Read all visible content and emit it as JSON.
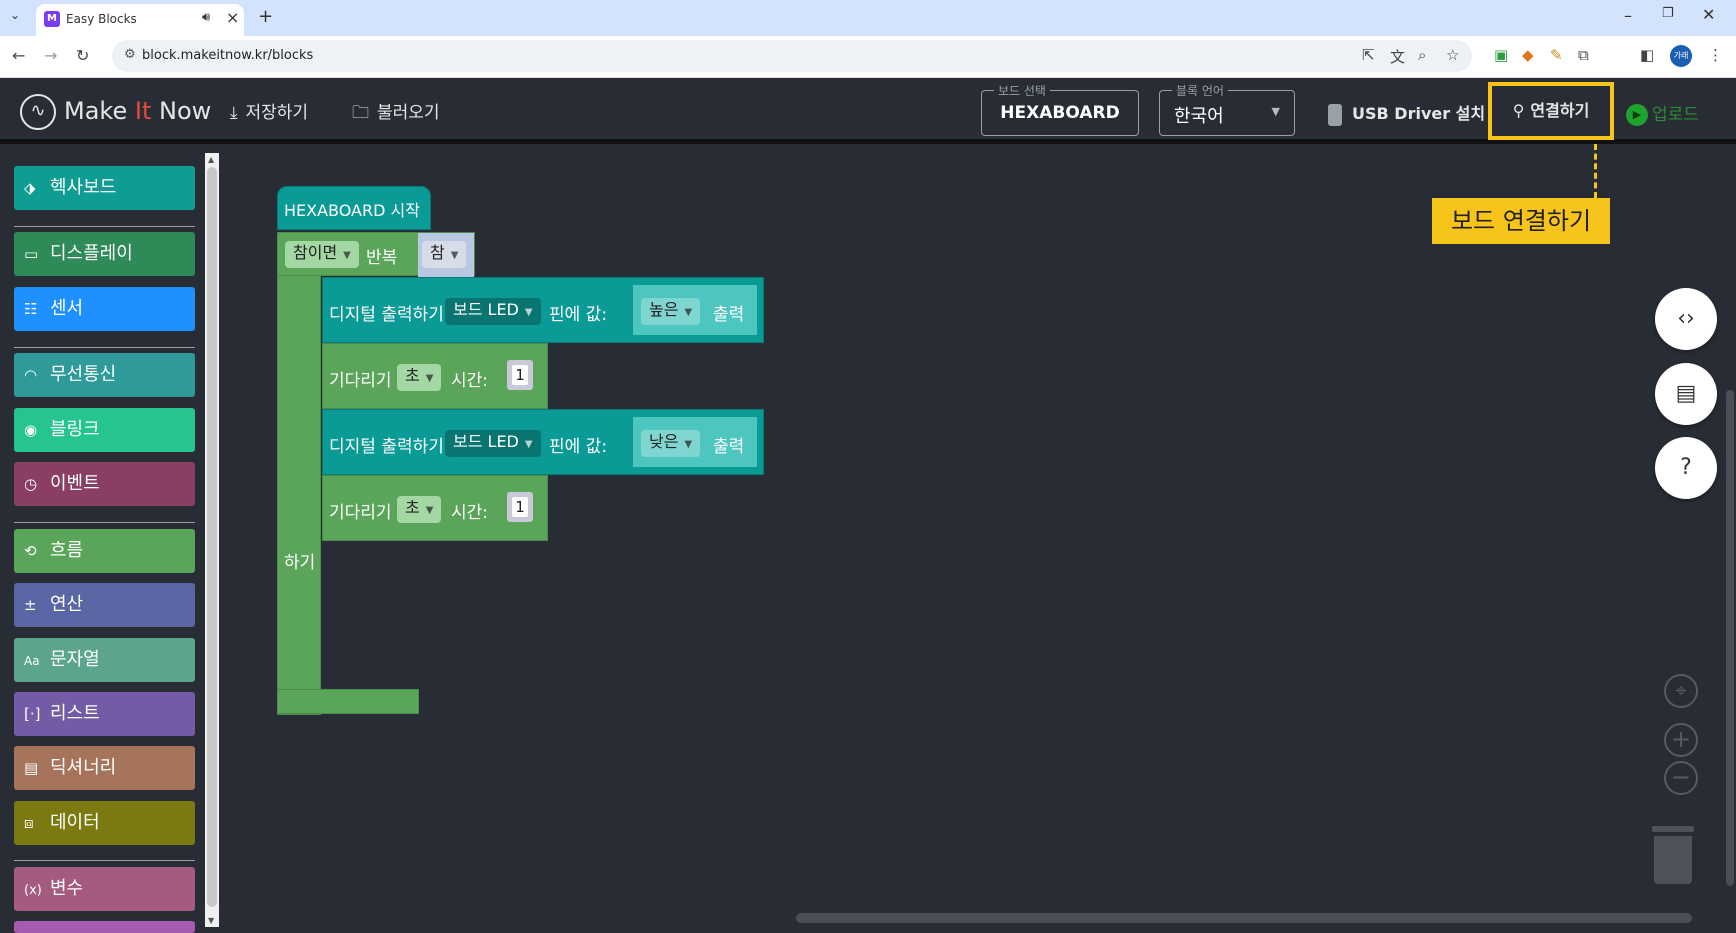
{
  "browser": {
    "tab_title": "Easy Blocks",
    "favicon_letter": "M",
    "url": "block.makeitnow.kr/blocks",
    "profile_label": "가래"
  },
  "header": {
    "logo_make": "Make ",
    "logo_it": "It",
    "logo_now": " Now",
    "save_label": "저장하기",
    "load_label": "불러오기",
    "board_legend": "보드 선택",
    "board_value": "HEXABOARD",
    "lang_legend": "블록 언어",
    "lang_value": "한국어",
    "usb_driver_label": "USB Driver 설치",
    "connect_label": "연결하기",
    "upload_label": "업로드"
  },
  "callout": {
    "text": "보드 연결하기"
  },
  "toolbox": {
    "categories": [
      {
        "label": "헥사보드",
        "color": "#0e9c93",
        "icon": "board-icon"
      },
      {
        "label": "디스플레이",
        "color": "#2e8b57",
        "icon": "display-icon"
      },
      {
        "label": "센서",
        "color": "#1e90ff",
        "icon": "sensor-icon"
      },
      {
        "label": "무선통신",
        "color": "#2e9a9a",
        "icon": "wifi-icon"
      },
      {
        "label": "블링크",
        "color": "#26c48e",
        "icon": "blink-icon"
      },
      {
        "label": "이벤트",
        "color": "#8a3e64",
        "icon": "clock-icon"
      },
      {
        "label": "흐름",
        "color": "#5ba55b",
        "icon": "loop-icon"
      },
      {
        "label": "연산",
        "color": "#5b67a5",
        "icon": "math-icon"
      },
      {
        "label": "문자열",
        "color": "#5ba58c",
        "icon": "text-icon"
      },
      {
        "label": "리스트",
        "color": "#745ba5",
        "icon": "list-icon"
      },
      {
        "label": "딕셔너리",
        "color": "#a5745b",
        "icon": "dictionary-icon"
      },
      {
        "label": "데이터",
        "color": "#7a7a10",
        "icon": "data-icon"
      },
      {
        "label": "변수",
        "color": "#a55b80",
        "icon": "variable-icon"
      }
    ]
  },
  "blocks": {
    "start_label": "HEXABOARD 시작",
    "repeat_mode": "참이면",
    "repeat_label": "반복",
    "repeat_condition": "참",
    "do_label": "하기",
    "digital_out_label": "디지털 출력하기:",
    "pin_value": "보드 LED",
    "pin_value_label": "핀에 값:",
    "high_value": "높은",
    "low_value": "낮은",
    "output_label": "출력",
    "wait_label": "기다리기",
    "unit_value": "초",
    "time_label": "시간:",
    "wait_amount_1": "1",
    "wait_amount_2": "1"
  }
}
